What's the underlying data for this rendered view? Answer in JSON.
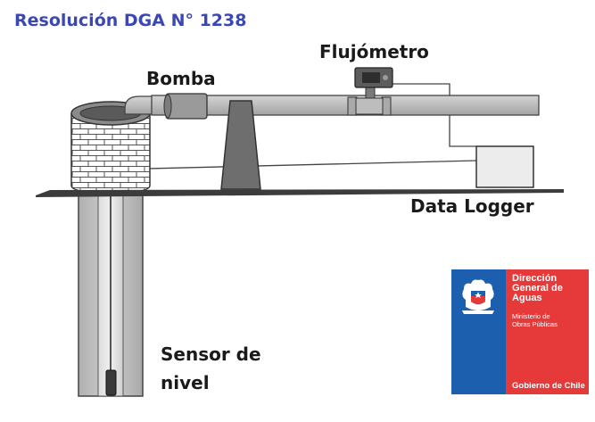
{
  "title": "Resolución DGA N° 1238",
  "labels": {
    "bomba": "Bomba",
    "flujometro": "Flujómetro",
    "data_logger": "Data Logger",
    "sensor_line1": "Sensor de",
    "sensor_line2": "nivel"
  },
  "logo": {
    "name_line1": "Dirección",
    "name_line2": "General de",
    "name_line3": "Aguas",
    "ministry_line1": "Ministerio de",
    "ministry_line2": "Obras Públicas",
    "government": "Gobierno de Chile"
  },
  "colors": {
    "title": "#3b48b4",
    "logo_blue": "#1c5fae",
    "logo_red": "#e63a3a",
    "pipe": "#b7b7b7",
    "outline": "#333333"
  }
}
